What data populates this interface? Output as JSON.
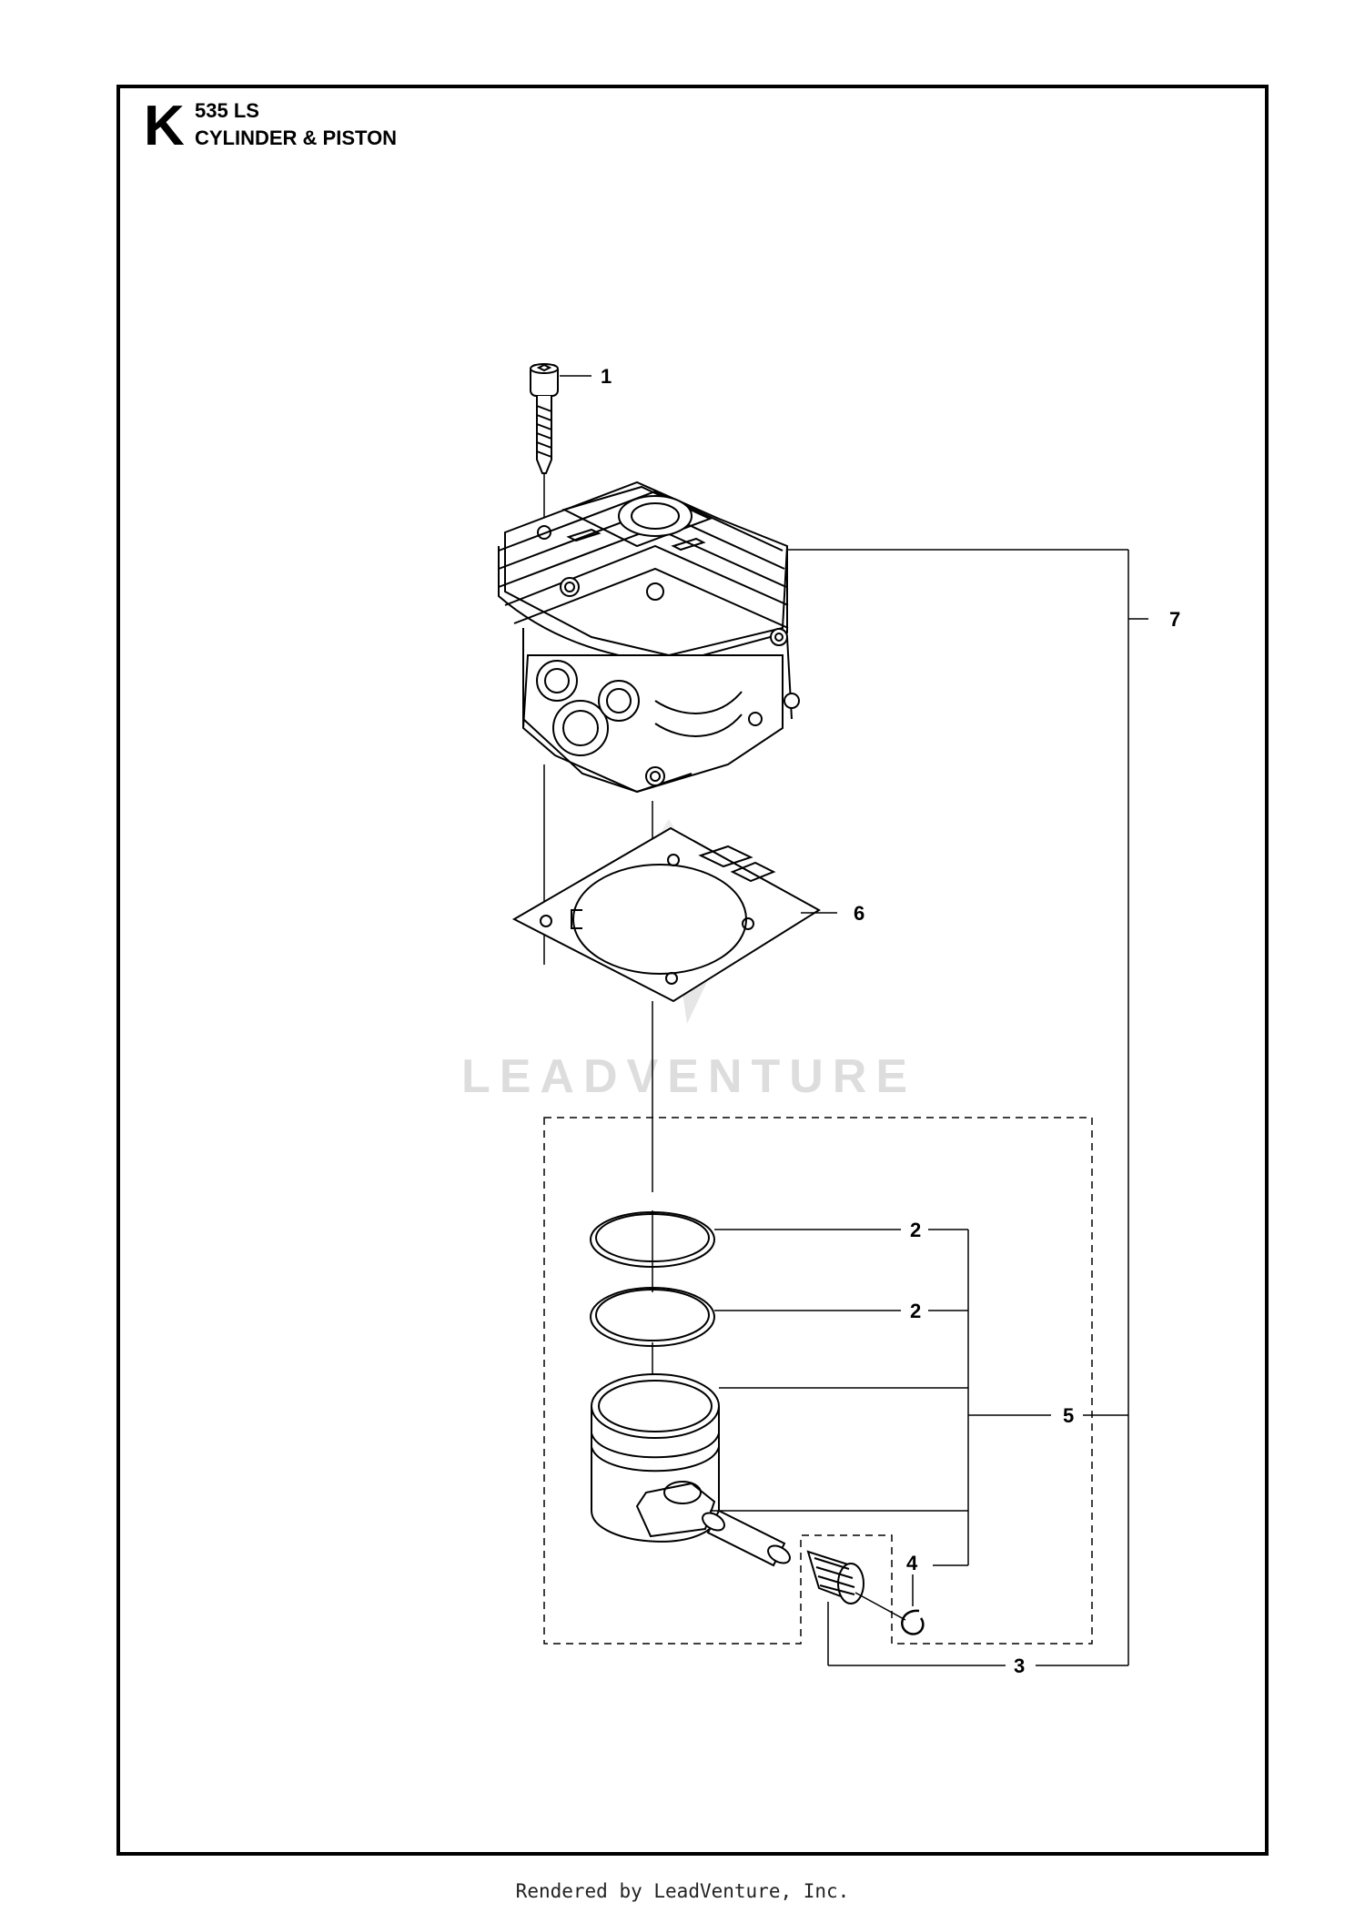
{
  "header": {
    "section_letter": "K",
    "model": "535 LS",
    "title": "CYLINDER & PISTON"
  },
  "callouts": {
    "screw": "1",
    "ring_upper": "2",
    "ring_lower": "2",
    "needle_bearing": "3",
    "circlip": "4",
    "piston_kit": "5",
    "gasket": "6",
    "cylinder_kit": "7"
  },
  "watermark": {
    "text": "LEADVENTURE"
  },
  "footer": {
    "rendered_by": "Rendered by LeadVenture, Inc."
  }
}
